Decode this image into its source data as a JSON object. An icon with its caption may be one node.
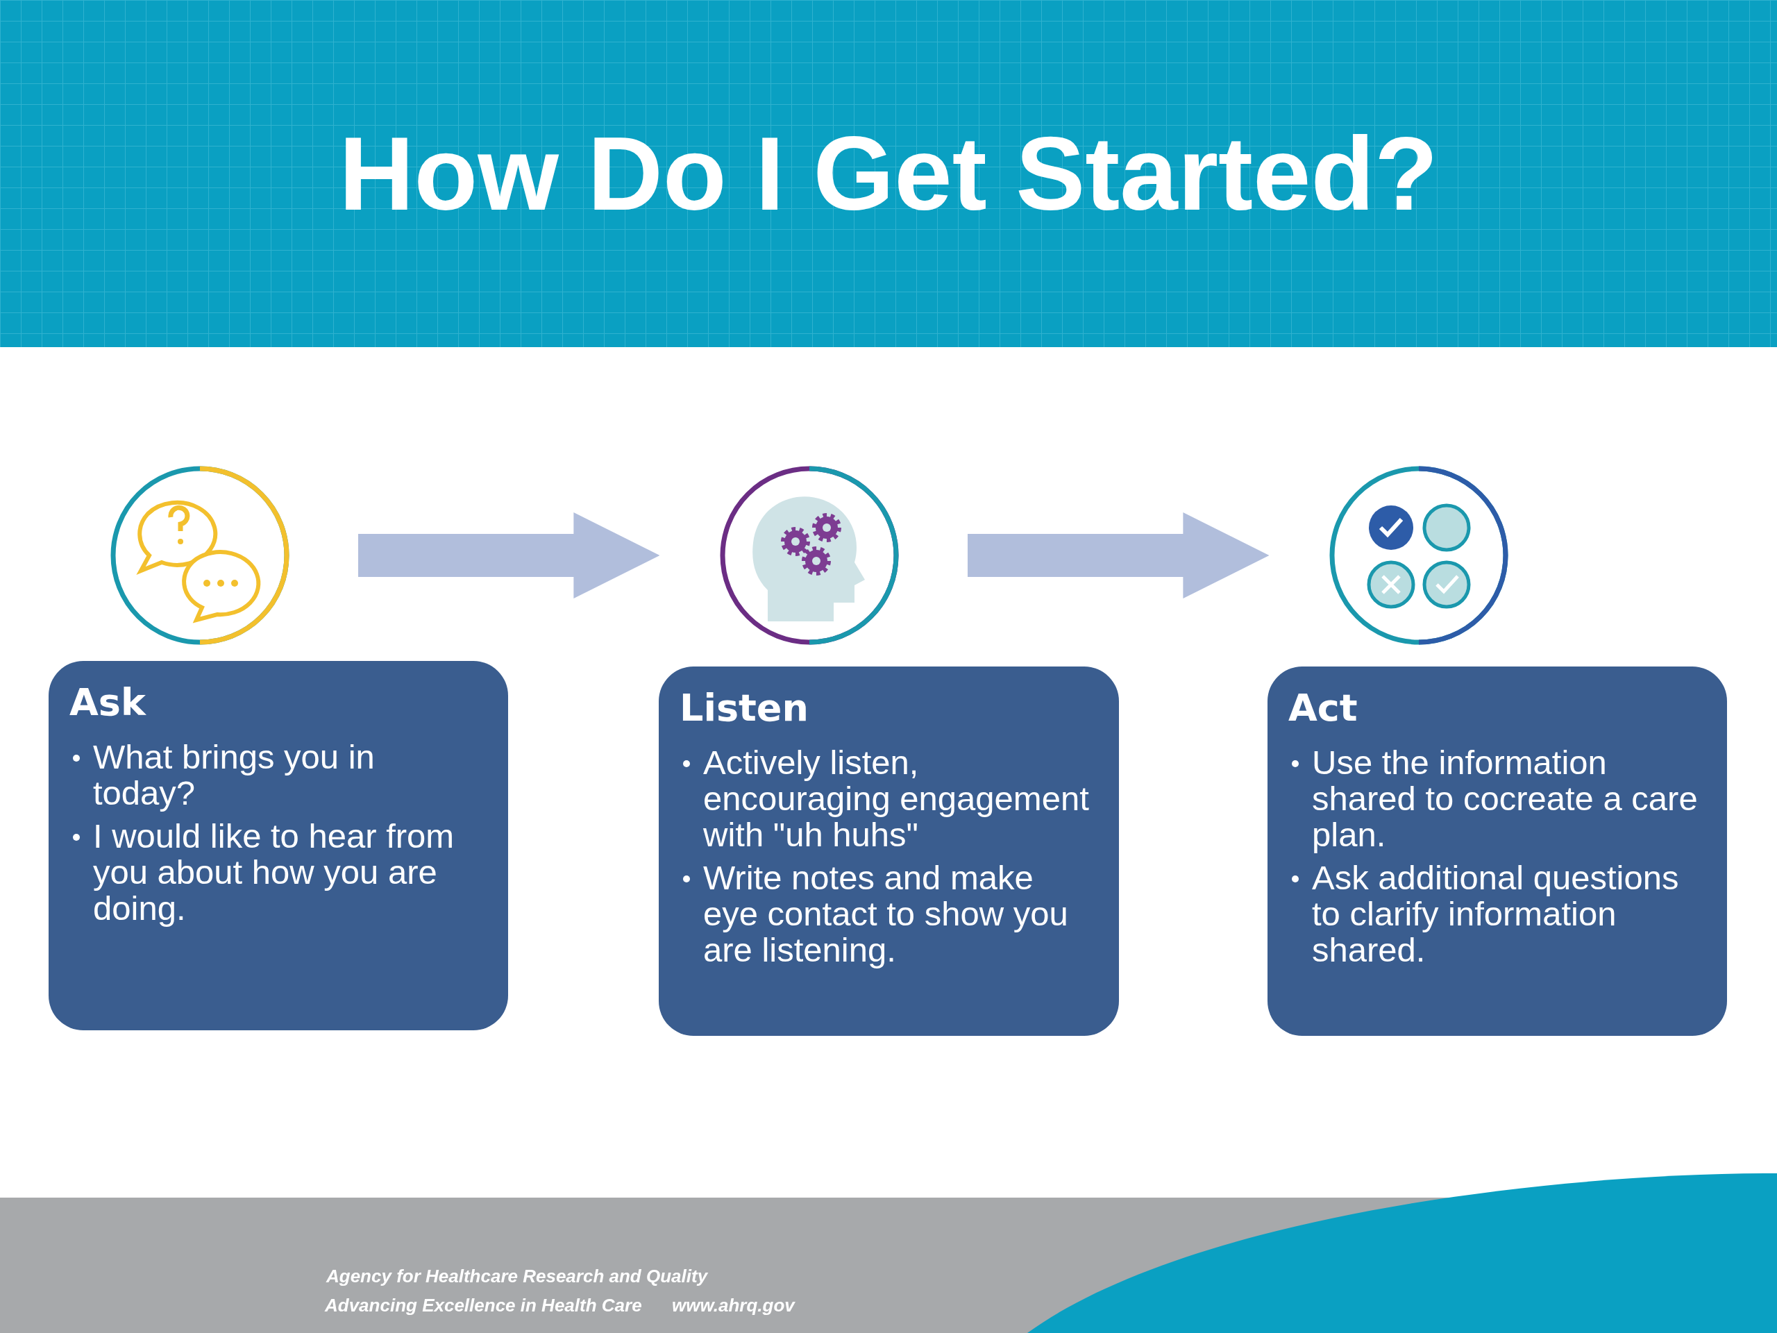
{
  "diagram": {
    "title": "How Do I Get Started?",
    "nodes": [
      {
        "text": [],
        "shape": "picture"
      },
      {
        "text": [
          "Ask",
          "What brings you in today?",
          "I would like to hear from you about how you are doing."
        ]
      },
      {
        "text": [],
        "shape": "picture"
      },
      {
        "text": [
          "Listen",
          "Actively listen, encouraging engagement with \"uh huhs\"",
          "Write notes and make eye contact to show you are listening."
        ]
      },
      {
        "text": [],
        "shape": "picture"
      },
      {
        "text": [
          "Act",
          "Use the information shared to cocreate a care plan.",
          "Ask additional questions to clarify information shared."
        ]
      }
    ],
    "edges": [
      {
        "from": 0,
        "to": 2,
        "arrow": "to"
      },
      {
        "from": 2,
        "to": 4,
        "arrow": "to"
      }
    ],
    "labels": [
      "Agency for Healthcare Research and Quality",
      "Advancing Excellence in Health Care",
      "www.ahrq.gov"
    ]
  }
}
